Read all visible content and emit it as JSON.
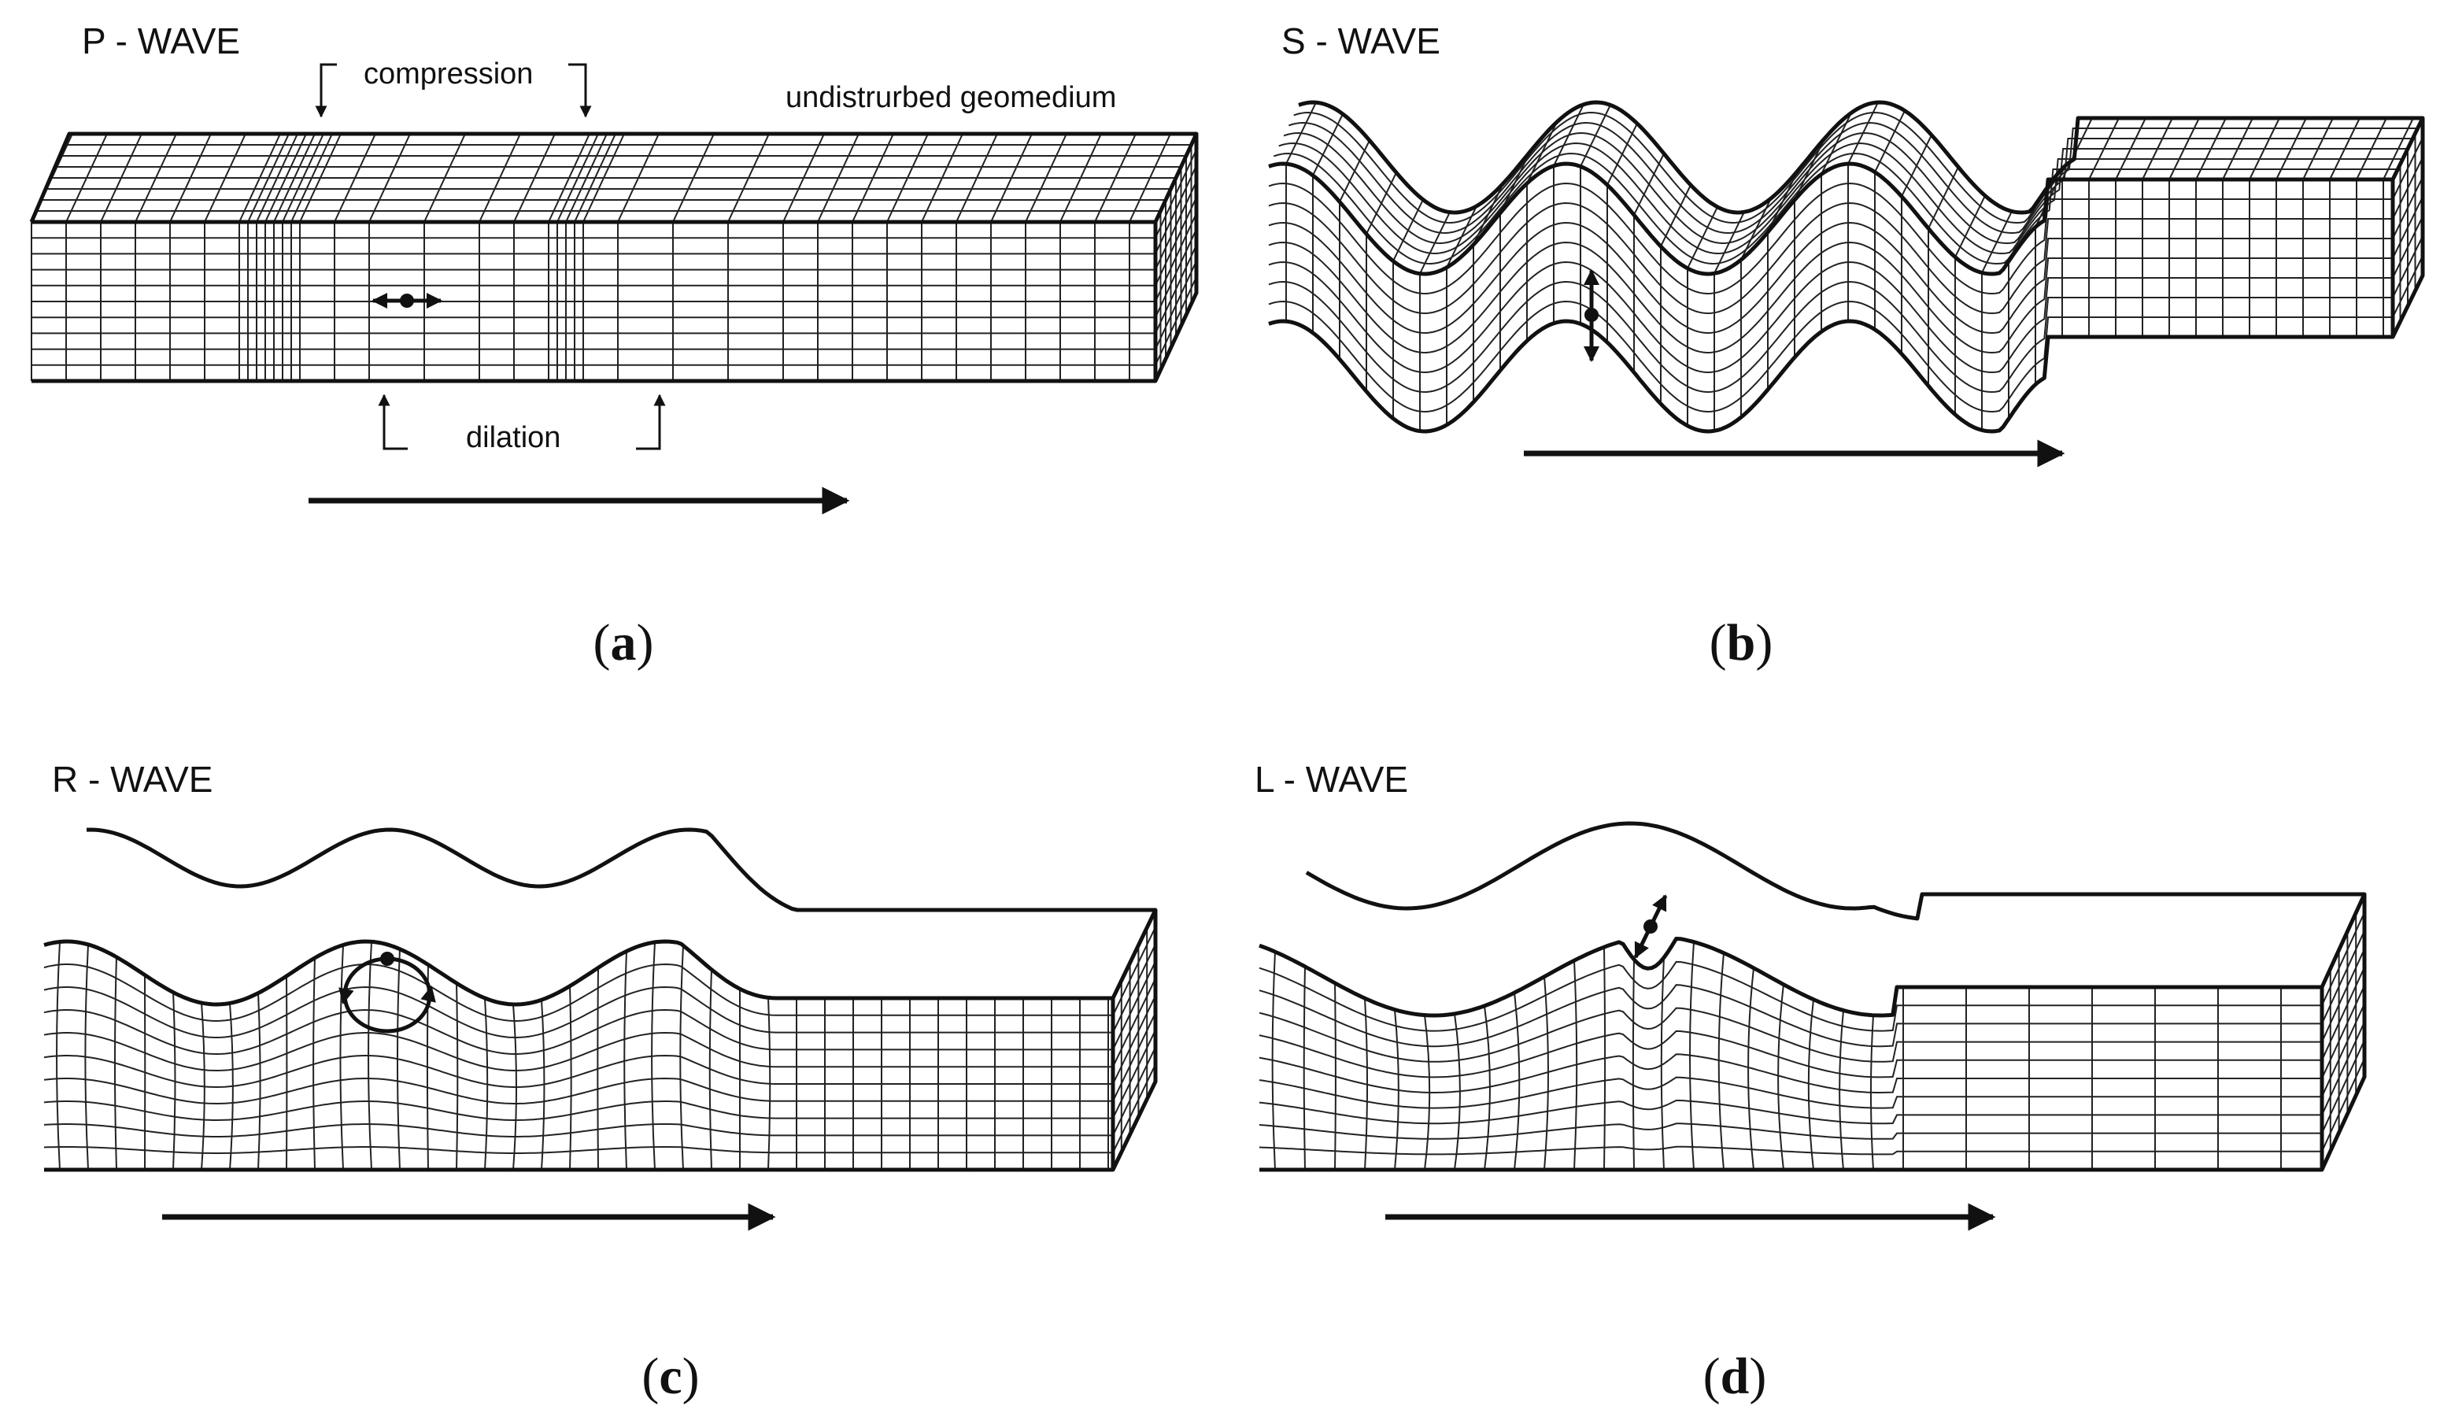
{
  "figure": {
    "panels": [
      {
        "id": "a",
        "title": "P - WAVE",
        "caption": "a",
        "annotations": {
          "compression": "compression",
          "dilation": "dilation",
          "undisturbed": "undistrurbed geomedium"
        }
      },
      {
        "id": "b",
        "title": "S - WAVE",
        "caption": "b"
      },
      {
        "id": "c",
        "title": "R - WAVE",
        "caption": "c"
      },
      {
        "id": "d",
        "title": "L - WAVE",
        "caption": "d"
      }
    ]
  }
}
